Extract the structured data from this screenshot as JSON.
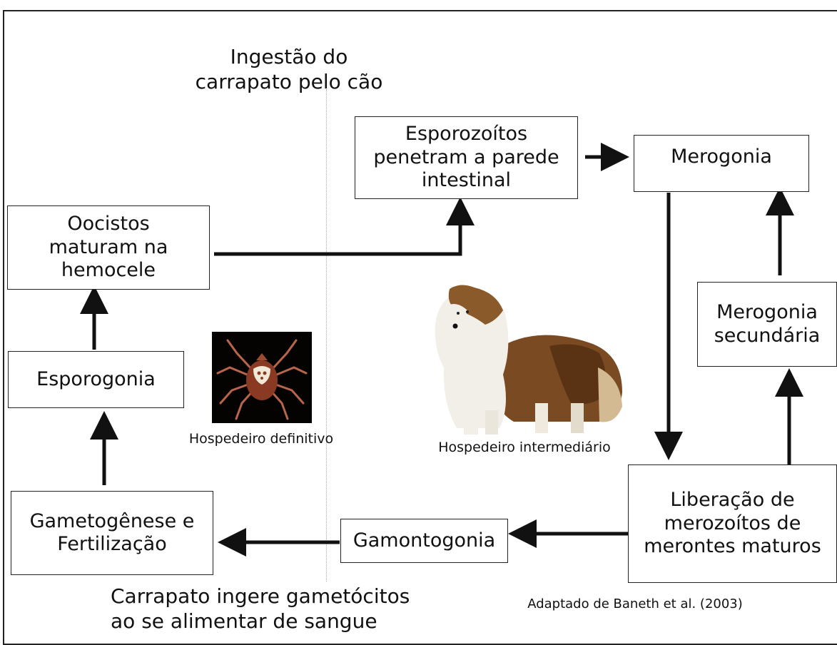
{
  "boxes": {
    "oocistos": "Oocistos\nmaturam na\nhemocele",
    "esporozoitos": "Esporozoítos\npenetram a parede\nintestinal",
    "merogonia": "Merogonia",
    "merogonia_secundaria": "Merogonia\nsecundária",
    "esporogonia": "Esporogonia",
    "liberacao": "Liberação de\nmerozoítos de\nmerontes maturos",
    "gamontogonia": "Gamontogonia",
    "gametogenese": "Gametogênese e\nFertilização"
  },
  "labels": {
    "ingestao": "Ingestão do\ncarrapato pelo cão",
    "carrapato_ingere": "Carrapato ingere gametócitos\nao se alimentar de sangue",
    "hospedeiro_definitivo": "Hospedeiro definitivo",
    "hospedeiro_intermediario": "Hospedeiro intermediário",
    "credito": "Adaptado de Baneth et al. (2003)"
  },
  "icons": {
    "tick": "tick-icon",
    "dog": "dog-icon"
  },
  "colors": {
    "line": "#111111",
    "box_border": "#222222",
    "tick_bg": "#050302",
    "tick_body": "#8a3a22",
    "dog_brown": "#7a4a22",
    "dog_white": "#f2efe8"
  }
}
